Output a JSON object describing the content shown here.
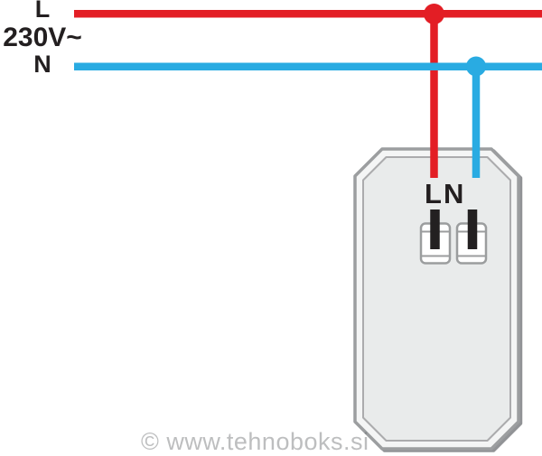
{
  "supply": {
    "line_label": "L",
    "voltage_label": "230V~",
    "neutral_label": "N",
    "line_color": "#e31e25",
    "neutral_color": "#29abe2"
  },
  "device": {
    "terminal_l_label": "L",
    "terminal_n_label": "N",
    "body_fill": "#e9ebeb",
    "outline_color": "#9c9ea0",
    "terminal_pin_color": "#232021"
  },
  "watermark": {
    "text": "© www.tehnoboks.si",
    "color": "#b7b7b7"
  }
}
